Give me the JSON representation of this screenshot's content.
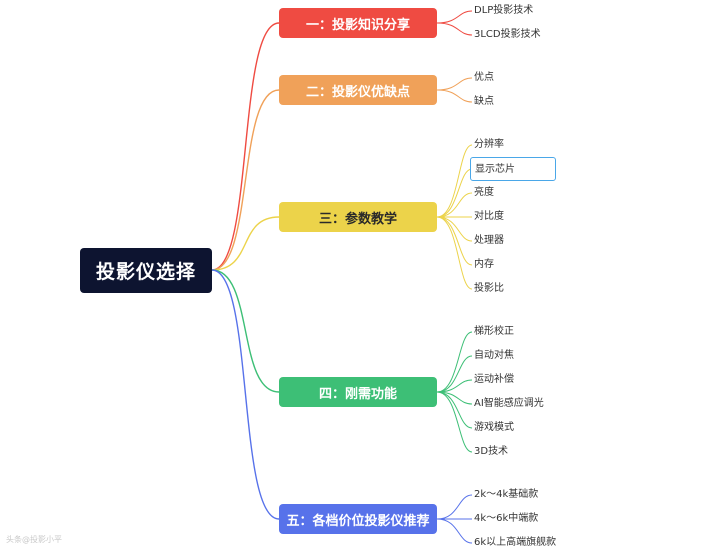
{
  "root": {
    "label": "投影仪选择"
  },
  "branches": [
    {
      "label": "一：投影知识分享",
      "color": "#ef4b42",
      "children": [
        "DLP投影技术",
        "3LCD投影技术"
      ]
    },
    {
      "label": "二：投影仪优缺点",
      "color": "#f0a159",
      "children": [
        "优点",
        "缺点"
      ]
    },
    {
      "label": "三：参数教学",
      "color": "#ecd34a",
      "children": [
        "分辨率",
        "显示芯片",
        "亮度",
        "对比度",
        "处理器",
        "内存",
        "投影比"
      ]
    },
    {
      "label": "四：刚需功能",
      "color": "#3dbf76",
      "children": [
        "梯形校正",
        "自动对焦",
        "运动补偿",
        "AI智能感应调光",
        "游戏模式",
        "3D技术"
      ]
    },
    {
      "label": "五：各档价位投影仪推荐",
      "color": "#5772ea",
      "children": [
        "2k～4k基础款",
        "4k～6k中端款",
        "6k以上高端旗舰款"
      ]
    }
  ],
  "selected_leaf": "显示芯片",
  "watermark": "头条@投影小平"
}
